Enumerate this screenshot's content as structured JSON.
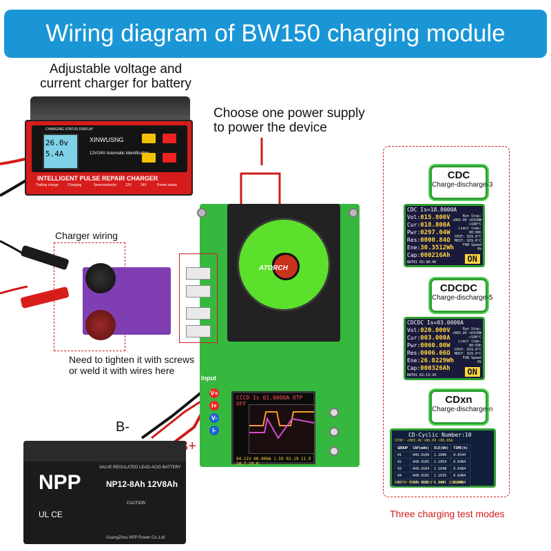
{
  "title": "Wiring diagram of BW150 charging module",
  "charger_caption": [
    "Adjustable voltage and",
    "current charger for battery"
  ],
  "power_caption": [
    "Choose one power supply",
    "to power the device"
  ],
  "charger_wiring_label": "Charger wiring",
  "screw_note": [
    "Need to tighten it with screws",
    "or weld it with wires here"
  ],
  "b_minus": "B-",
  "b_plus": "B+",
  "modes_caption": "Three charging test modes",
  "charger": {
    "display_label": "CHARGING STATUS DISPLAY",
    "brand": "XINWUSNG",
    "desc": "12V/24V Automatic Identification",
    "product": "INTELLIGENT PULSE REPAIR CHARGER",
    "lcd_line1": "26.0v",
    "lcd_line2": "5.4A",
    "footer": [
      "Trailing charge",
      "Charging",
      "Semiconductor",
      "12V",
      "24V",
      "Power status"
    ]
  },
  "module": {
    "fan_logo": "ATORCH",
    "input_label": "Input",
    "ports": [
      "V+",
      "I+",
      "V-",
      "I-"
    ],
    "lcd_header": "CCCD  Is 01.0000A  OTP  OFF",
    "lcd_footer": "04.11V 00.000A 1.59 02.19 11.9 14.7 20.0"
  },
  "battery": {
    "brand": "NPP",
    "vrla": "VALVE REGULATED LEAD-ACID BATTERY",
    "model": "NP12-8Ah  12V8Ah",
    "caution": "CAUTION",
    "cert": "UL CE",
    "maker": "GuangZhou NPP Power Co.,Ltd"
  },
  "modes": [
    {
      "code": "CDC",
      "sub": "Charge-discharge-3",
      "header": "CDC    Is=18.8000A",
      "rows": [
        {
          "k": "Vol:",
          "v": "015.800V"
        },
        {
          "k": "Cur:",
          "v": "018.800A"
        },
        {
          "k": "Pwr:",
          "v": "0297.04W"
        },
        {
          "k": "Res:",
          "v": "0000.84Ω"
        },
        {
          "k": "Ene:",
          "v": "30.3512Wh"
        },
        {
          "k": "Cap:",
          "v": "000216Ah"
        }
      ],
      "side": [
        "Run Stop:",
        "<003.0V <0150W",
        ">100°C",
        "Limit time:",
        "00:00h",
        "CPUT: 029.0°C",
        "MOST: 029.0°C",
        "FAN Speed",
        "0%"
      ],
      "on": "ON",
      "foot": "BAT01  02:30:40"
    },
    {
      "code": "CDCDC",
      "sub": "Charge-discharge-5",
      "header": "CDCDC Is=03.0000A",
      "rows": [
        {
          "k": "Vol:",
          "v": "020.000V"
        },
        {
          "k": "Cur:",
          "v": "003.000A"
        },
        {
          "k": "Pwr:",
          "v": "0060.00W"
        },
        {
          "k": "Res:",
          "v": "0006.66Ω"
        },
        {
          "k": "Ene:",
          "v": "26.0229Wh"
        },
        {
          "k": "Cap:",
          "v": "000326Ah"
        }
      ],
      "side": [
        "Run Stop:",
        "<003.0V <0150W",
        ">100°C",
        "Limit time:",
        "00:59h",
        "CPUT: 029.0°C",
        "MOST: 029.0°C",
        "FAN Speed",
        "0%"
      ],
      "on": "ON",
      "foot": "BAT01  02:13:20"
    },
    {
      "code": "CDxn",
      "sub": "Charge-discharge-n"
    }
  ],
  "cdx": {
    "header": "CD-Cyclic  Number:10",
    "sub": "STOP: <003.4V >80.0V <00.05A",
    "columns": [
      "GROUP",
      "CAP(mAh)",
      "ELE(Wh)",
      "TIME(h)"
    ],
    "rows": [
      [
        "01",
        "049.9109",
        "1.1086",
        "0.6544"
      ],
      [
        "02",
        "049.9105",
        "1.1054",
        "0.6484"
      ],
      [
        "03",
        "049.9104",
        "1.1048",
        "0.6484"
      ],
      [
        "04",
        "049.9105",
        "1.1035",
        "0.6484"
      ],
      [
        "05",
        "049.9105",
        "1.1041",
        "0.6484"
      ]
    ],
    "foot": "03.79V  MOST: 029.0°C  FAN: 1380RPM"
  }
}
